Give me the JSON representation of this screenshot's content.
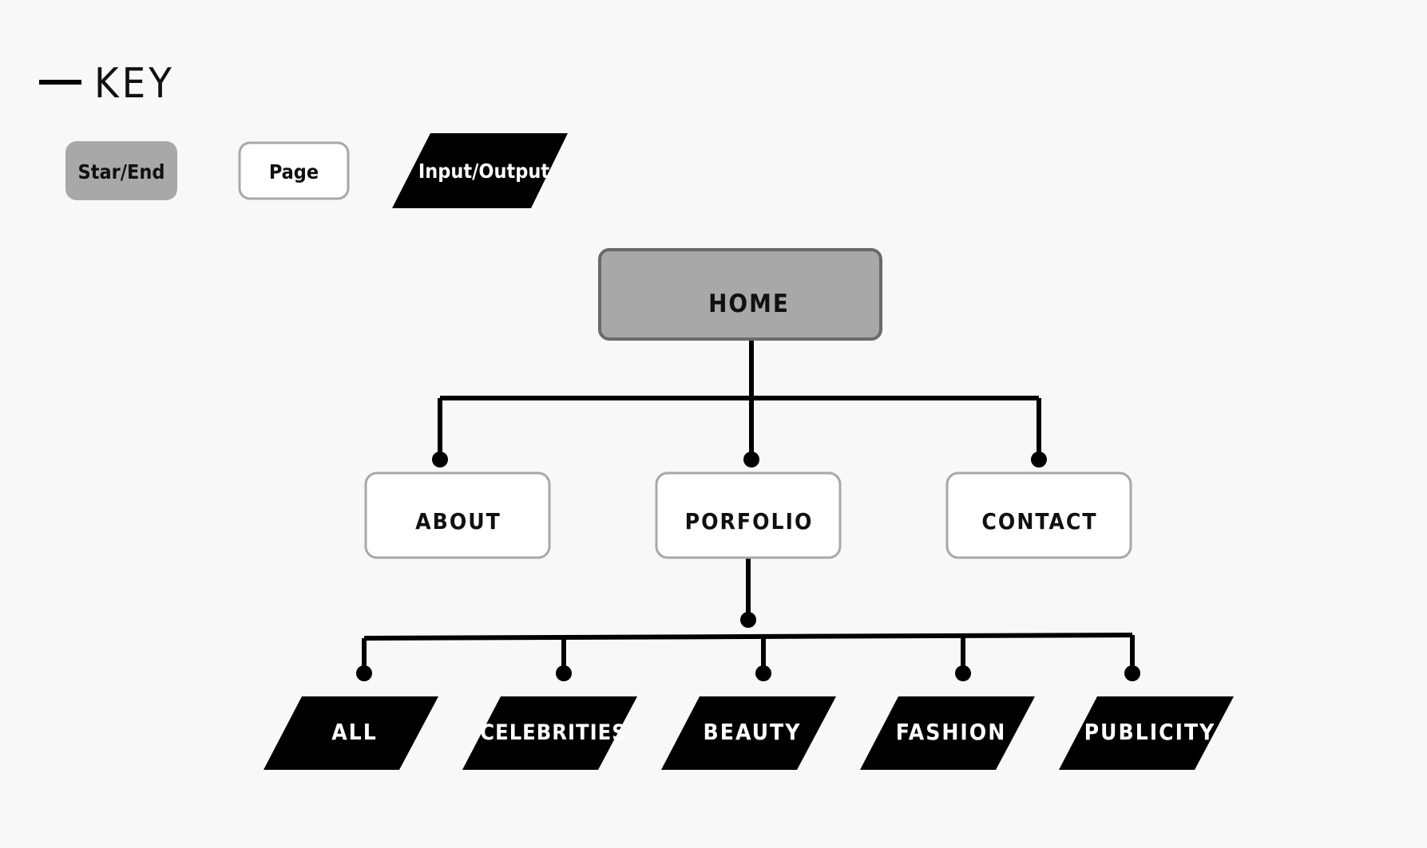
{
  "key": {
    "title": "KEY",
    "items": [
      {
        "type": "start-end",
        "label": "Star/End"
      },
      {
        "type": "page",
        "label": "Page"
      },
      {
        "type": "input-output",
        "label": "Input/Output"
      }
    ]
  },
  "sitemap": {
    "root": {
      "type": "start-end",
      "label": "HOME"
    },
    "pages": [
      {
        "type": "page",
        "label": "ABOUT"
      },
      {
        "type": "page",
        "label": "PORFOLIO"
      },
      {
        "type": "page",
        "label": "CONTACT"
      }
    ],
    "portfolio_children": [
      {
        "type": "input-output",
        "label": "ALL"
      },
      {
        "type": "input-output",
        "label": "CELEBRITIES"
      },
      {
        "type": "input-output",
        "label": "BEAUTY"
      },
      {
        "type": "input-output",
        "label": "FASHION"
      },
      {
        "type": "input-output",
        "label": "PUBLICITY"
      }
    ]
  },
  "colors": {
    "background": "#f8f8f8",
    "start_end_fill": "#a8a8a8",
    "start_end_stroke": "#6a6a6a",
    "page_fill": "#ffffff",
    "page_stroke": "#a8a8a8",
    "io_fill": "#000000",
    "connector": "#000000",
    "text_dark": "#111111",
    "text_light": "#ffffff"
  }
}
